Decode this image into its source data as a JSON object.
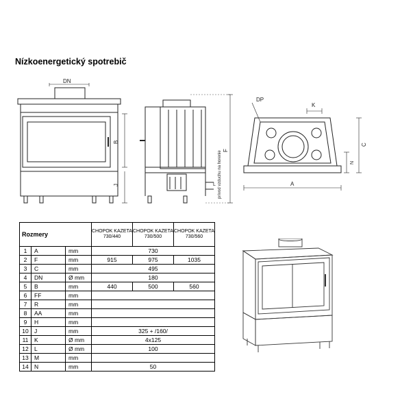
{
  "page": {
    "title": "Nízkoenergetický spotrebič"
  },
  "drawings": {
    "front_label_dn": "DN",
    "front_label_b": "B",
    "front_label_j": "J",
    "side_label_l": "L",
    "side_label_f": "F",
    "side_label_air": "prívod vzduchu na horenie",
    "top_label_dp": "DP",
    "top_label_k": "K",
    "top_label_c": "C",
    "top_label_n": "N",
    "top_label_a": "A"
  },
  "table": {
    "header_rozmery": "Rozmery",
    "columns": [
      "CHOPOK KAZETA 730/440",
      "CHOPOK KAZETA 730/500",
      "CHOPOK KAZETA 730/560"
    ],
    "rows": [
      {
        "no": "1",
        "label": "A",
        "unit": "mm",
        "merged": "730"
      },
      {
        "no": "2",
        "label": "F",
        "unit": "mm",
        "values": [
          "915",
          "975",
          "1035"
        ]
      },
      {
        "no": "3",
        "label": "C",
        "unit": "mm",
        "merged": "495"
      },
      {
        "no": "4",
        "label": "DN",
        "unit": "Ø mm",
        "merged": "180"
      },
      {
        "no": "5",
        "label": "B",
        "unit": "mm",
        "values": [
          "440",
          "500",
          "560"
        ]
      },
      {
        "no": "6",
        "label": "FF",
        "unit": "mm",
        "merged": ""
      },
      {
        "no": "7",
        "label": "R",
        "unit": "mm",
        "merged": ""
      },
      {
        "no": "8",
        "label": "AA",
        "unit": "mm",
        "merged": ""
      },
      {
        "no": "9",
        "label": "H",
        "unit": "mm",
        "merged": ""
      },
      {
        "no": "10",
        "label": "J",
        "unit": "mm",
        "merged": "325 + /160/"
      },
      {
        "no": "11",
        "label": "K",
        "unit": "Ø mm",
        "merged": "4x125"
      },
      {
        "no": "12",
        "label": "L",
        "unit": "Ø mm",
        "merged": "100"
      },
      {
        "no": "13",
        "label": "M",
        "unit": "mm",
        "merged": ""
      },
      {
        "no": "14",
        "label": "N",
        "unit": "mm",
        "merged": "50"
      }
    ]
  }
}
